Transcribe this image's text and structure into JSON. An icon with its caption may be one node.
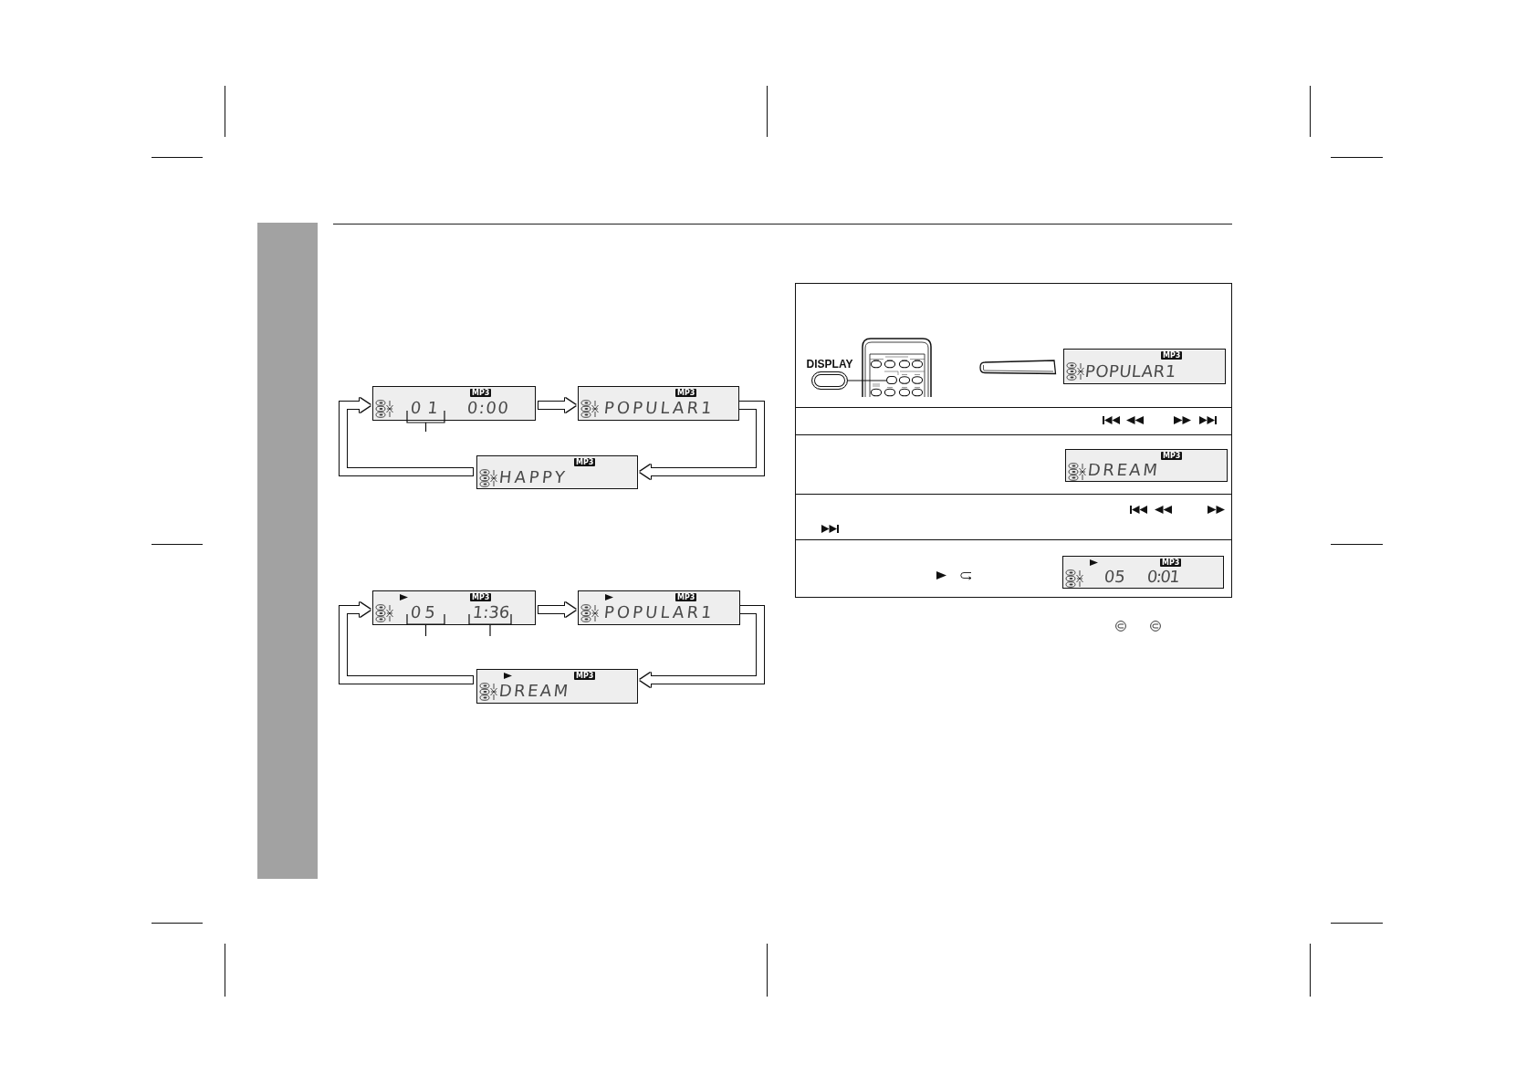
{
  "diagram": {
    "nodes": [
      {
        "text": [
          "MP3",
          "01",
          "0:00"
        ]
      },
      {
        "text": [
          "MP3",
          "POPULAR1"
        ]
      },
      {
        "text": [
          "MP3",
          "HAPPY"
        ]
      },
      {
        "text": [
          "MP3",
          "05",
          "1:36"
        ]
      },
      {
        "text": [
          "MP3",
          "POPULAR1"
        ]
      },
      {
        "text": [
          "MP3",
          "DREAM"
        ]
      },
      {
        "text": [
          "DISPLAY"
        ]
      },
      {
        "text": [],
        "shape": "box"
      },
      {
        "text": [
          "MP3",
          "POPULAR1"
        ]
      },
      {
        "text": [
          "MP3",
          "DREAM"
        ]
      },
      {
        "text": [
          "MP3",
          "05",
          "0:01"
        ]
      },
      {
        "text": [],
        "shape": "bar"
      }
    ],
    "edges": [
      {
        "from": 0,
        "to": 1,
        "arrow": "to"
      },
      {
        "from": 1,
        "to": 2,
        "arrow": "to"
      },
      {
        "from": 2,
        "to": 0,
        "arrow": "to"
      },
      {
        "from": 3,
        "to": 4,
        "arrow": "to"
      },
      {
        "from": 4,
        "to": 5,
        "arrow": "to"
      },
      {
        "from": 5,
        "to": 3,
        "arrow": "to"
      },
      {
        "from": 6,
        "to": 7,
        "arrow": "none"
      }
    ]
  }
}
